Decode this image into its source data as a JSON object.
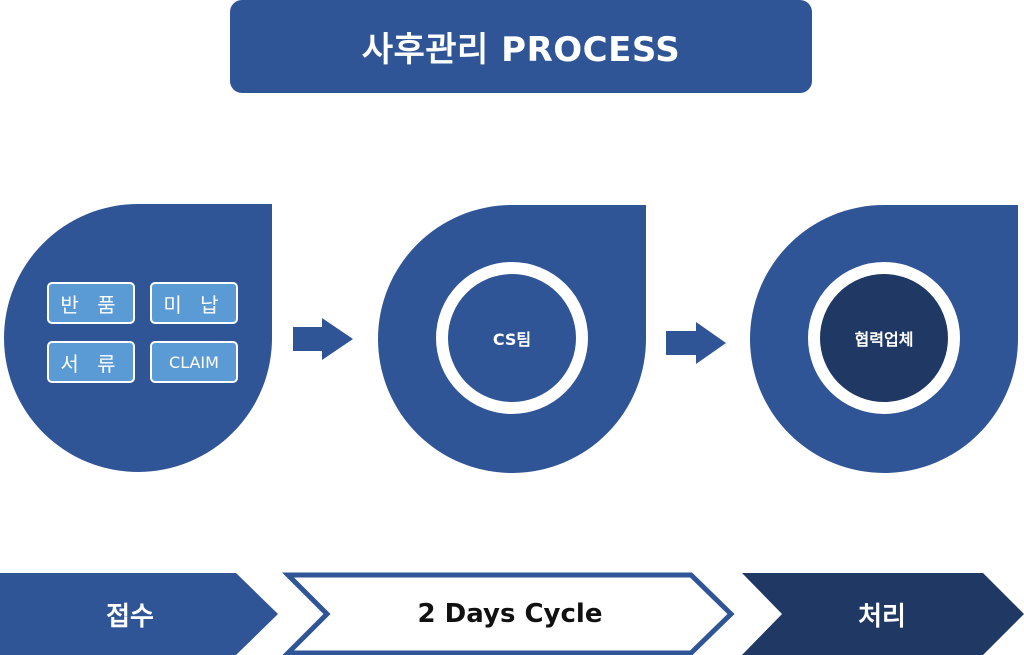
{
  "title": "사후관리 PROCESS",
  "intake_items": [
    "반 품",
    "미 납",
    "서 류",
    "CLAIM"
  ],
  "nodes": {
    "cs": "CS팀",
    "partner": "협력업체"
  },
  "stages": [
    "접수",
    "2 Days Cycle",
    "처리"
  ],
  "colors": {
    "primary": "#2f5597",
    "dark": "#203864",
    "light": "#5b9bd5",
    "white": "#ffffff"
  }
}
